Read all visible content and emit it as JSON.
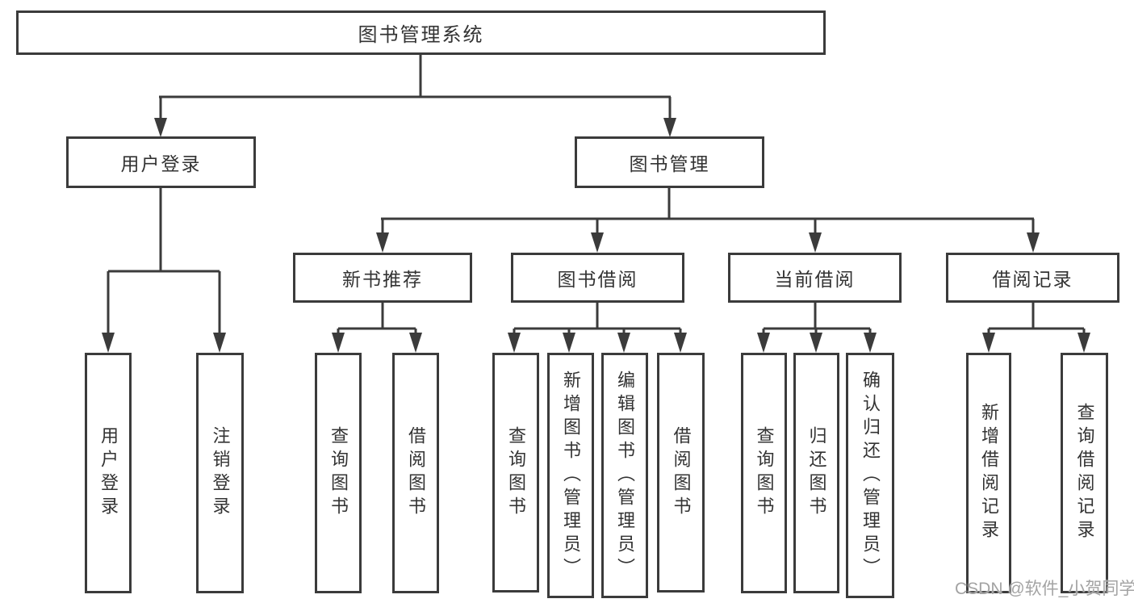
{
  "colors": {
    "line": "#3b3b3b",
    "box_border": "#3b3b3b",
    "box_background": "#ffffff",
    "text": "#333333",
    "watermark_text": "#a3a3a3"
  },
  "watermark": "CSDN @软件_小贺同学",
  "nodes": {
    "root": "图书管理系统",
    "user_login": "用户登录",
    "book_mgmt": "图书管理",
    "login": "用户登录",
    "logout": "注销登录",
    "new_book_rec": "新书推荐",
    "book_borrow": "图书借阅",
    "current_borrow": "当前借阅",
    "borrow_record": "借阅记录",
    "nbr_query_book": "查询图书",
    "nbr_borrow_book": "借阅图书",
    "bb_query_book": "查询图书",
    "bb_add_book": "新增图书（管理员）",
    "bb_edit_book": "编辑图书（管理员）",
    "bb_borrow_book": "借阅图书",
    "cb_query_book": "查询图书",
    "cb_return_book": "归还图书",
    "cb_confirm_return": "确认归还（管理员）",
    "br_add_record": "新增借阅记录",
    "br_query_record": "查询借阅记录"
  }
}
